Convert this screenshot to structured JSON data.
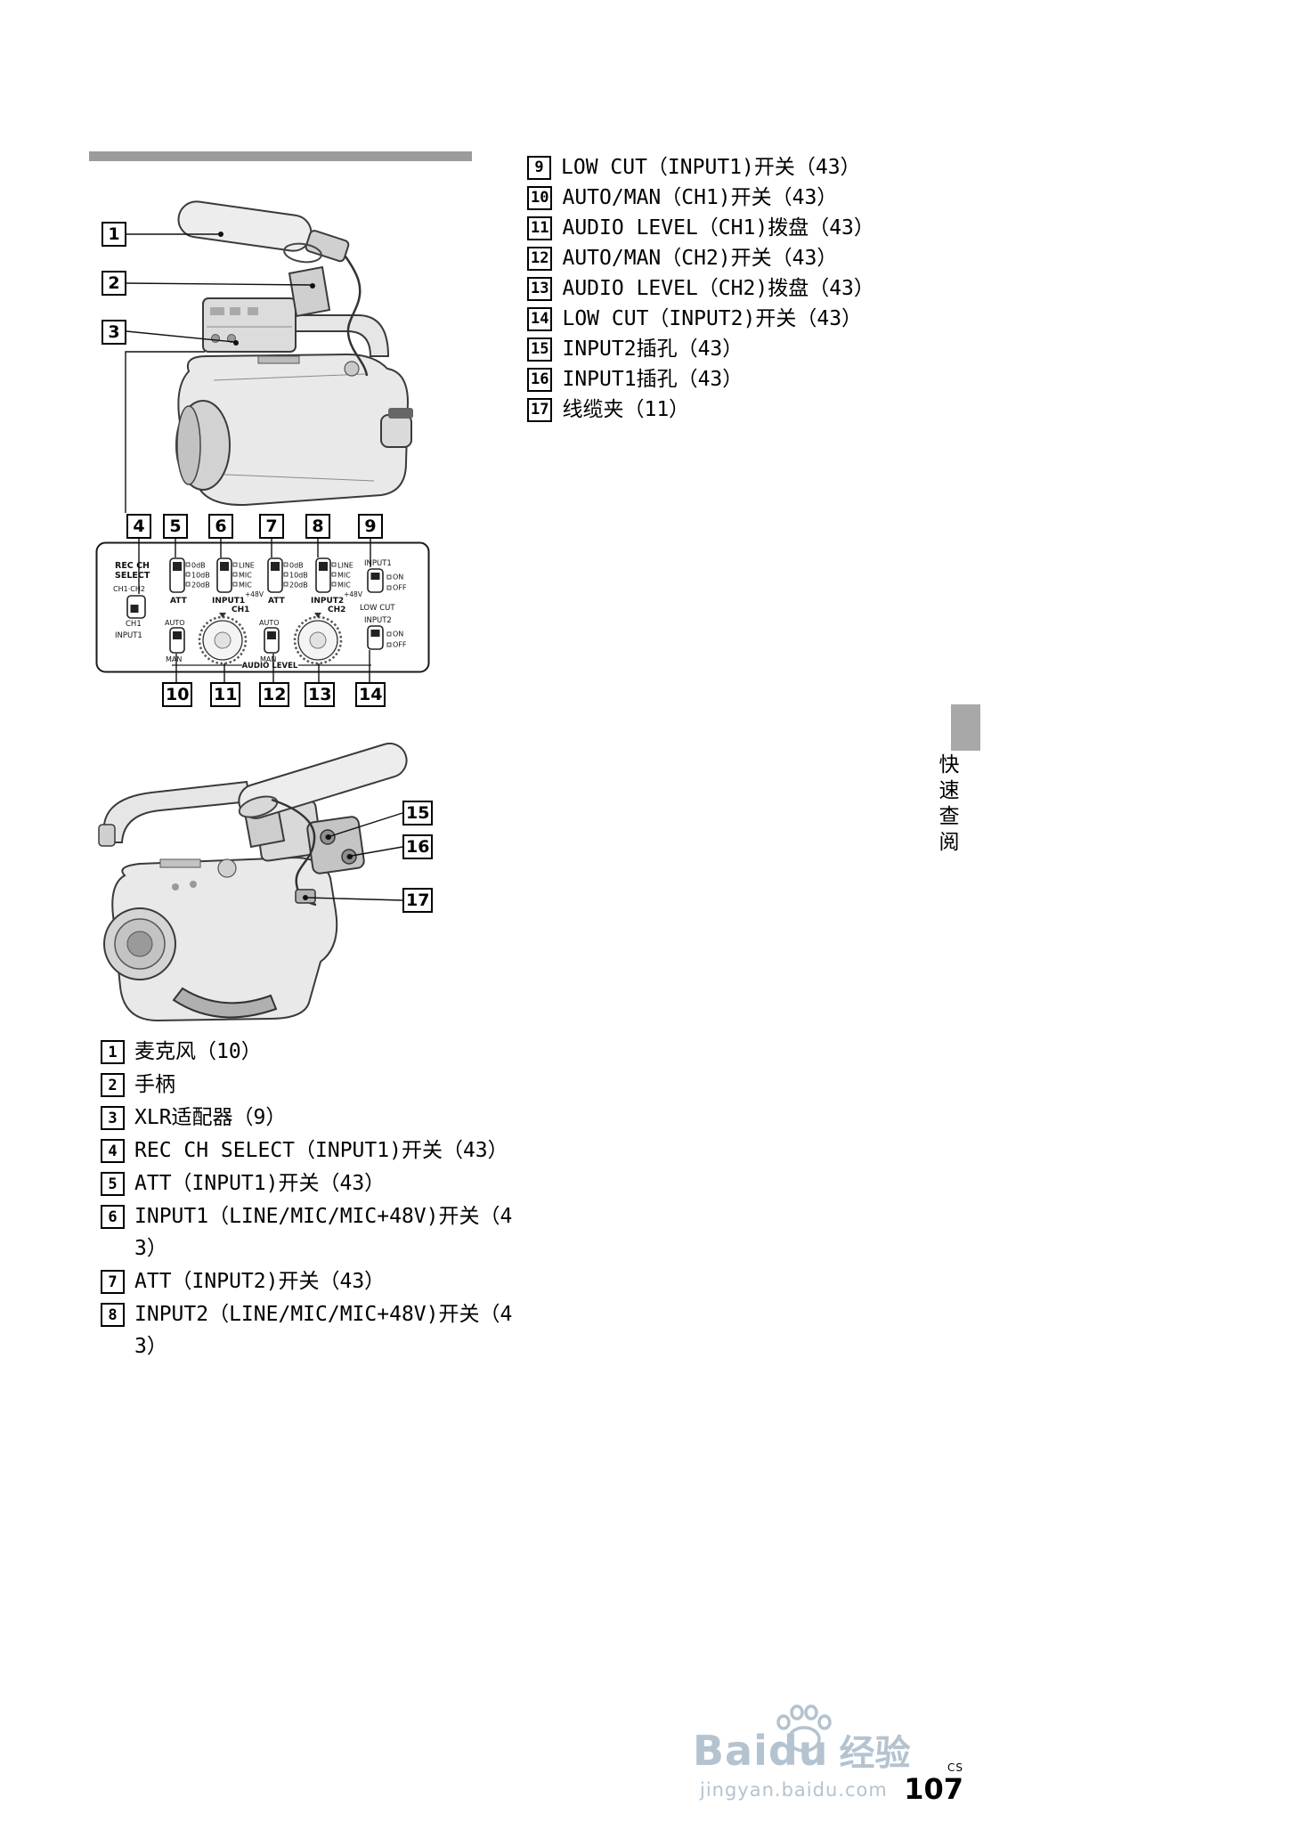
{
  "page": {
    "side_tab_label": "快速查阅",
    "lang_code": "CS",
    "page_number": "107"
  },
  "watermark": {
    "brand": "Baidu",
    "brand_suffix": "经验",
    "url": "jingyan.baidu.com"
  },
  "callouts": {
    "c1": "1",
    "c2": "2",
    "c3": "3",
    "c4": "4",
    "c5": "5",
    "c6": "6",
    "c7": "7",
    "c8": "8",
    "c9": "9",
    "c10": "10",
    "c11": "11",
    "c12": "12",
    "c13": "13",
    "c14": "14",
    "c15": "15",
    "c16": "16",
    "c17": "17"
  },
  "right_list": [
    {
      "num": "9",
      "text": "LOW CUT（INPUT1)开关（43）"
    },
    {
      "num": "10",
      "text": "AUTO/MAN（CH1)开关（43）"
    },
    {
      "num": "11",
      "text": "AUDIO LEVEL（CH1)拨盘（43）"
    },
    {
      "num": "12",
      "text": "AUTO/MAN（CH2)开关（43）"
    },
    {
      "num": "13",
      "text": "AUDIO LEVEL（CH2)拨盘（43）"
    },
    {
      "num": "14",
      "text": "LOW CUT（INPUT2)开关（43）"
    },
    {
      "num": "15",
      "text": "INPUT2插孔（43）"
    },
    {
      "num": "16",
      "text": "INPUT1插孔（43）"
    },
    {
      "num": "17",
      "text": "线缆夹（11）"
    }
  ],
  "bottom_list": [
    {
      "num": "1",
      "text": "麦克风（10）"
    },
    {
      "num": "2",
      "text": "手柄"
    },
    {
      "num": "3",
      "text": "XLR适配器（9）"
    },
    {
      "num": "4",
      "text": "REC CH SELECT（INPUT1)开关（43）"
    },
    {
      "num": "5",
      "text": "ATT（INPUT1)开关（43）"
    },
    {
      "num": "6",
      "text": "INPUT1（LINE/MIC/MIC+48V)开关（43）"
    },
    {
      "num": "7",
      "text": "ATT（INPUT2)开关（43）"
    },
    {
      "num": "8",
      "text": "INPUT2（LINE/MIC/MIC+48V)开关（43）"
    }
  ],
  "panel": {
    "rec_ch": "REC CH",
    "select": "SELECT",
    "ch1_ch2": "CH1·CH2",
    "ch1": "CH1",
    "input1_side": "INPUT1",
    "att1_0": "0dB",
    "att1_10": "10dB",
    "att1_20": "20dB",
    "att1_label": "ATT",
    "in1_line": "LINE",
    "in1_mic": "MIC",
    "in1_mic2": "MIC",
    "in1_48": "+48V",
    "in1_label": "INPUT1",
    "att2_0": "0dB",
    "att2_10": "10dB",
    "att2_20": "20dB",
    "att2_label": "ATT",
    "in2_line": "LINE",
    "in2_mic": "MIC",
    "in2_mic2": "MIC",
    "in2_48": "+48V",
    "in2_label": "INPUT2",
    "lc1_title": "INPUT1",
    "lc1_on": "ON",
    "lc1_off": "OFF",
    "lc_label": "LOW CUT",
    "lc2_title": "INPUT2",
    "lc2_on": "ON",
    "lc2_off": "OFF",
    "auto1": "AUTO",
    "man1": "MAN",
    "auto2": "AUTO",
    "man2": "MAN",
    "dial1_label": "CH1",
    "dial2_label": "CH2",
    "audio_level": "AUDIO LEVEL"
  }
}
